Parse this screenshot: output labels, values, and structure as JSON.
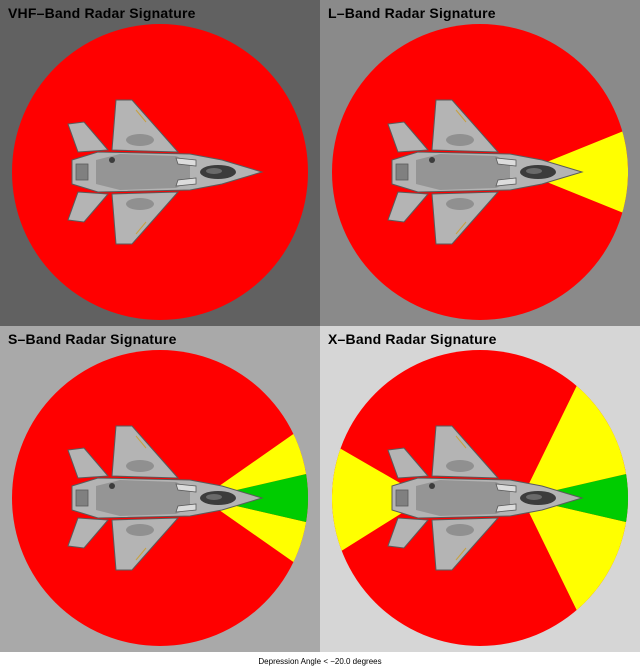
{
  "panels": [
    {
      "id": "vhf",
      "title": "VHF–Band Radar Signature",
      "background": "#616161",
      "sectors": []
    },
    {
      "id": "l",
      "title": "L–Band Radar Signature",
      "background": "#8a8a8a",
      "sectors": [
        {
          "from": -22,
          "to": 22,
          "color": "yellow"
        }
      ]
    },
    {
      "id": "s",
      "title": "S–Band Radar Signature",
      "background": "#a9a9a9",
      "sectors": [
        {
          "from": -35,
          "to": -13,
          "color": "yellow"
        },
        {
          "from": -13,
          "to": 13,
          "color": "green"
        },
        {
          "from": 13,
          "to": 35,
          "color": "yellow"
        }
      ]
    },
    {
      "id": "x",
      "title": "X–Band Radar Signature",
      "background": "#d6d6d6",
      "sectors": [
        {
          "from": -64,
          "to": -13,
          "color": "yellow"
        },
        {
          "from": -13,
          "to": 13,
          "color": "green"
        },
        {
          "from": 13,
          "to": 64,
          "color": "yellow"
        },
        {
          "from": 150,
          "to": 212,
          "color": "yellow"
        }
      ]
    }
  ],
  "colors": {
    "red": "#ff0000",
    "yellow": "#ffff00",
    "green": "#00cc00",
    "aircraft_light": "#b4b4b4",
    "aircraft_dark": "#808080",
    "aircraft_outline": "#5a5a5a",
    "canopy": "#3c3c3c"
  },
  "footer": "Depression Angle < −20.0 degrees"
}
